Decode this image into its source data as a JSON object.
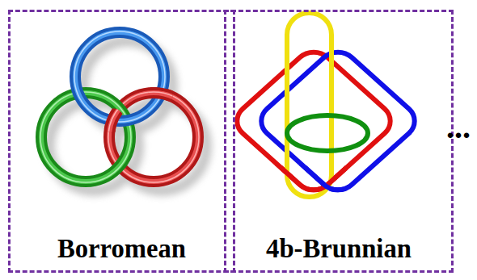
{
  "diagram": {
    "nodes": [
      {
        "text": [
          "Borromean"
        ]
      },
      {
        "text": [
          "4b-Brunnian"
        ]
      }
    ],
    "labels": [
      "..."
    ]
  }
}
